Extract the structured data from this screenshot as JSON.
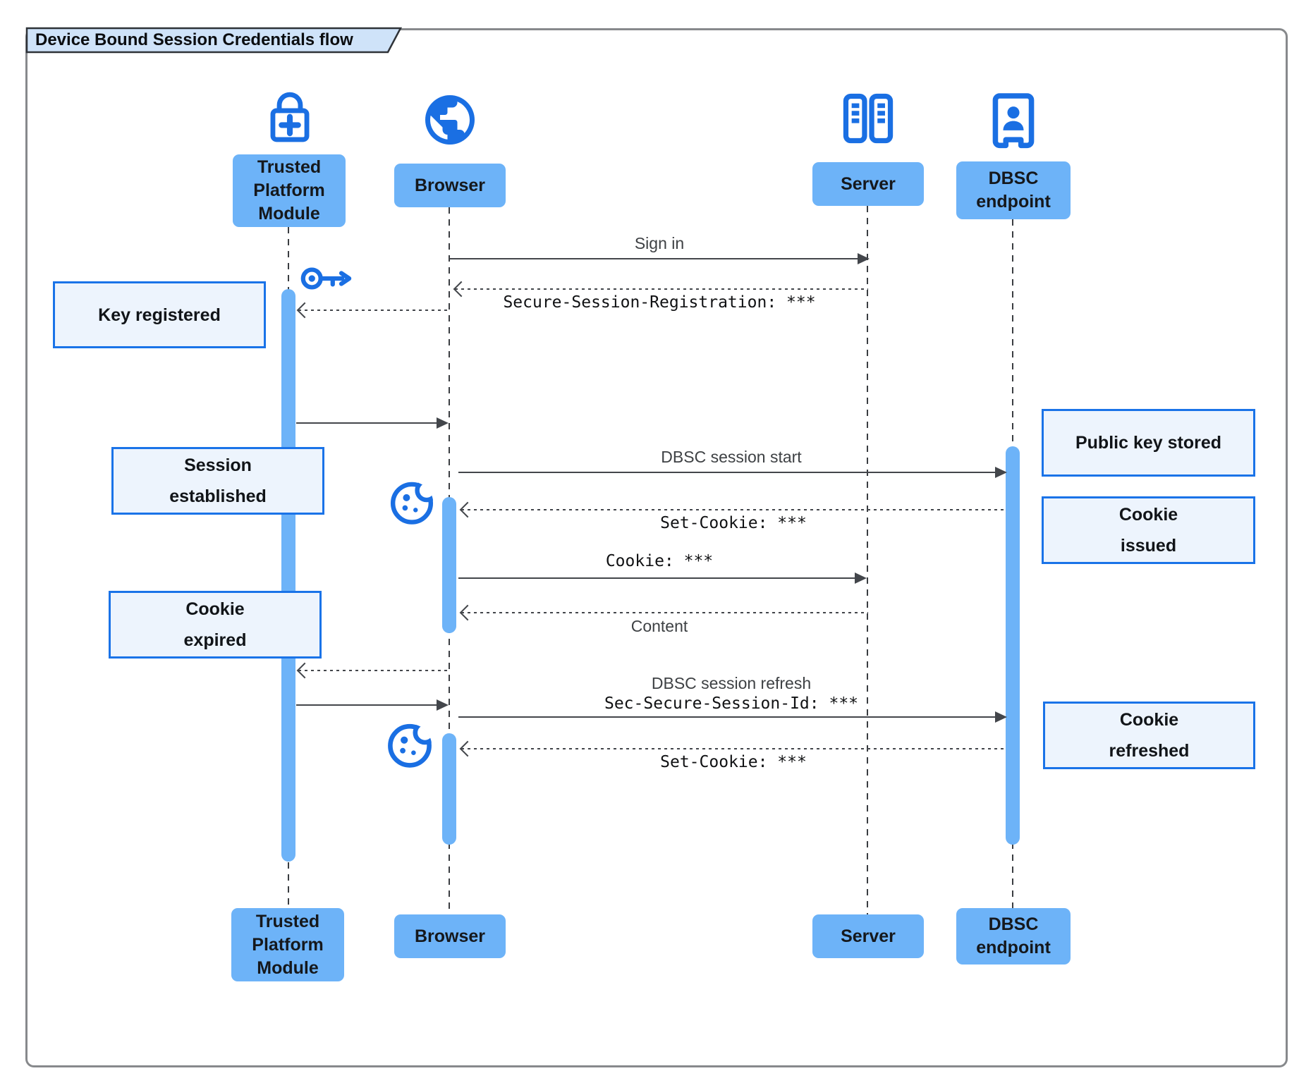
{
  "title": "Device Bound Session Credentials flow",
  "participants": [
    {
      "id": "tpm",
      "name": "Trusted Platform Module",
      "lines": [
        "Trusted",
        "Platform",
        "Module"
      ],
      "icon": "lock-plus-icon"
    },
    {
      "id": "browser",
      "name": "Browser",
      "lines": [
        "Browser"
      ],
      "icon": "globe-icon"
    },
    {
      "id": "server",
      "name": "Server",
      "lines": [
        "Server"
      ],
      "icon": "server-icon"
    },
    {
      "id": "dbsc",
      "name": "DBSC endpoint",
      "lines": [
        "DBSC",
        "endpoint"
      ],
      "icon": "door-person-icon"
    }
  ],
  "messages": [
    {
      "label": "Sign in",
      "from": "Browser",
      "to": "Server",
      "line": "solid",
      "font": "sans"
    },
    {
      "label": "Secure-Session-Registration: ***",
      "from": "Server",
      "to": "Browser",
      "line": "dashed",
      "font": "mono"
    },
    {
      "label": "",
      "from": "Browser",
      "to": "Trusted Platform Module",
      "line": "dashed",
      "font": "none"
    },
    {
      "label": "",
      "from": "Trusted Platform Module",
      "to": "Browser",
      "line": "solid",
      "font": "none"
    },
    {
      "label": "DBSC session start",
      "from": "Browser",
      "to": "DBSC endpoint",
      "line": "solid",
      "font": "sans"
    },
    {
      "label": "Set-Cookie: ***",
      "from": "DBSC endpoint",
      "to": "Browser",
      "line": "dashed",
      "font": "mono"
    },
    {
      "label": "Cookie: ***",
      "from": "Browser",
      "to": "Server",
      "line": "solid",
      "font": "mono"
    },
    {
      "label": "Content",
      "from": "Server",
      "to": "Browser",
      "line": "dashed",
      "font": "sans"
    },
    {
      "label": "",
      "from": "Browser",
      "to": "Trusted Platform Module",
      "line": "dashed",
      "font": "none"
    },
    {
      "label": "",
      "from": "Trusted Platform Module",
      "to": "Browser",
      "line": "solid",
      "font": "none"
    },
    {
      "label_top": "DBSC session refresh",
      "label_bottom": "Sec-Secure-Session-Id: ***",
      "from": "Browser",
      "to": "DBSC endpoint",
      "line": "solid",
      "font": "sans+mono"
    },
    {
      "label": "Set-Cookie: ***",
      "from": "DBSC endpoint",
      "to": "Browser",
      "line": "dashed",
      "font": "mono"
    }
  ],
  "notes": [
    {
      "id": "key-registered",
      "lines": [
        "Key registered"
      ]
    },
    {
      "id": "session-established",
      "lines": [
        "Session",
        "established"
      ]
    },
    {
      "id": "cookie-expired",
      "lines": [
        "Cookie",
        "expired"
      ]
    },
    {
      "id": "public-key-stored",
      "lines": [
        "Public key stored"
      ]
    },
    {
      "id": "cookie-issued",
      "lines": [
        "Cookie",
        "issued"
      ]
    },
    {
      "id": "cookie-refreshed",
      "lines": [
        "Cookie",
        "refreshed"
      ]
    }
  ],
  "decorations": [
    {
      "icon": "key-icon"
    },
    {
      "icon": "cookie-icon"
    },
    {
      "icon": "cookie-icon"
    }
  ],
  "colors": {
    "icon_blue": "#1A6FE3",
    "participant_fill": "#6DB3F8",
    "note_fill": "#EDF4FD",
    "note_border": "#1A73E8",
    "title_tab_fill": "#CFE3F9",
    "arrow": "#43464B",
    "frame_border": "#87898C"
  }
}
